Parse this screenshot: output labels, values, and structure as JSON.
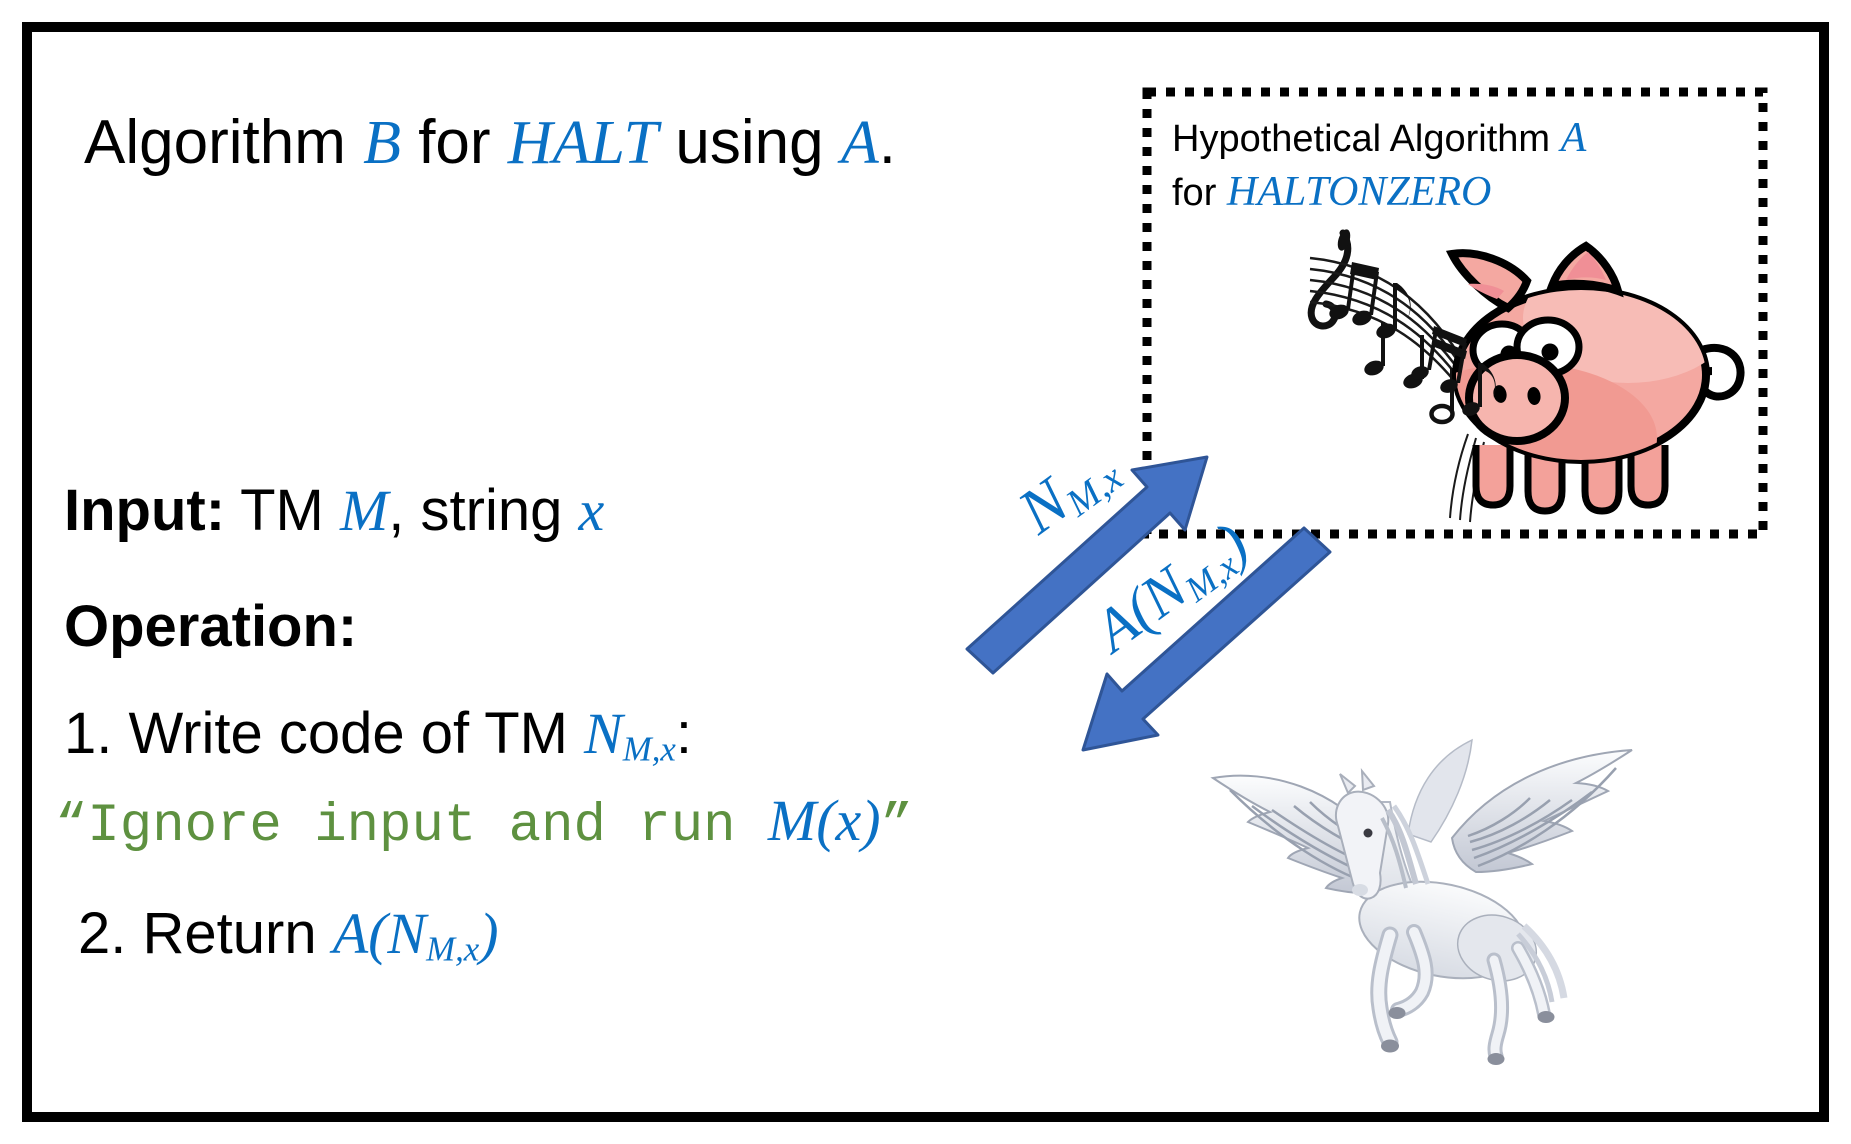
{
  "title": {
    "t1": "Algorithm ",
    "m1": "B",
    "t2": " for ",
    "m2": "HALT",
    "t3": " using ",
    "m3": "A",
    "t4": "."
  },
  "hypo_box": {
    "line1_t1": "Hypothetical Algorithm ",
    "line1_m1": "A",
    "line2_t1": "for ",
    "line2_m1": "HALTONZERO"
  },
  "input_line": {
    "label": "Input:",
    "t1": " TM ",
    "m1": "M",
    "t2": ", string ",
    "m2": "x"
  },
  "operation_label": "Operation:",
  "step1": {
    "t1": "1. Write code of TM ",
    "m_base": "N",
    "m_sub": "M,x",
    "t2": ":"
  },
  "code_line": {
    "q1": "“Ignore input and run ",
    "math": "M(x)",
    "q2": "”"
  },
  "step2": {
    "t1": "2. Return ",
    "m_base": "A(N",
    "m_sub": "M,x",
    "m_close": ")"
  },
  "arrow_up_label": {
    "base": "N",
    "sub": "M,x"
  },
  "arrow_down_label": {
    "base": "A(N",
    "sub": "M,x",
    "close": ")"
  },
  "illustrations": {
    "pig": "singing-pig",
    "music": "music-notes-staff",
    "pegasus": "white-pegasus"
  },
  "colors": {
    "math_blue": "#0A70C4",
    "code_green": "#5E9140",
    "arrow_fill": "#4472C4",
    "arrow_stroke": "#2F5597",
    "pig_pink": "#F4A8A1",
    "frame": "#000000"
  }
}
